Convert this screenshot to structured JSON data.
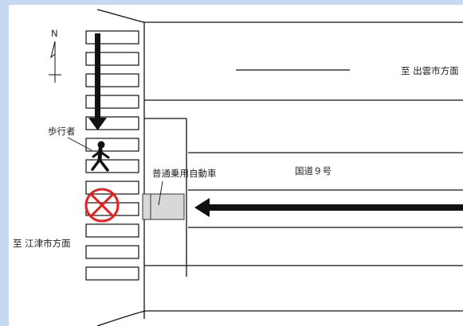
{
  "compass": {
    "north_label": "N"
  },
  "labels": {
    "pedestrian": "歩行者",
    "car": "普通乗用自動車",
    "road_name": "国道９号",
    "to_izumo": "至 出雲市方面",
    "to_gotsu": "至 江津市方面"
  },
  "symbols": {
    "collision_mark": "collision-x-mark",
    "pedestrian_figure": "walking-person-icon",
    "pedestrian_direction": "arrow-down-icon",
    "car_direction": "arrow-left-icon"
  },
  "colors": {
    "collision_mark": "#e62020",
    "lines": "#111111",
    "car_fill": "#d8d8d8",
    "border": "#c5daf0"
  }
}
